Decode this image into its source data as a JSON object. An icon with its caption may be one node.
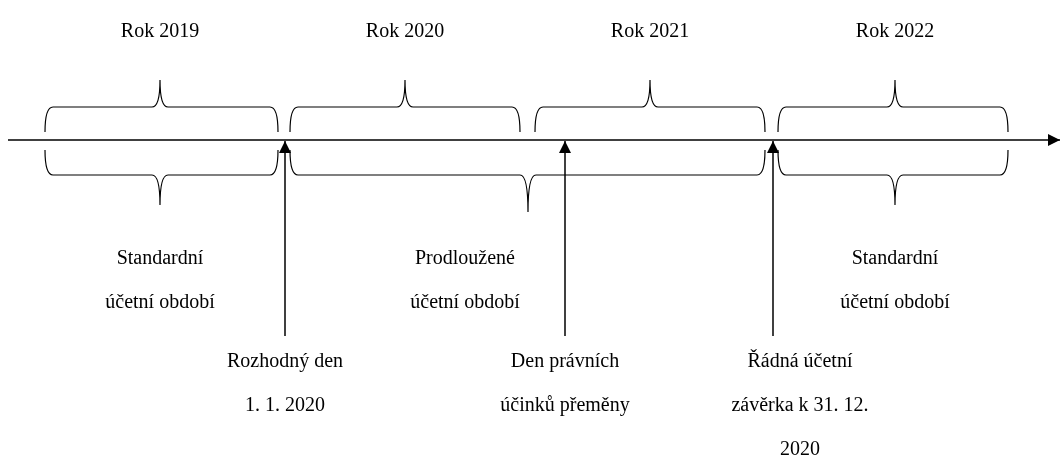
{
  "diagram": {
    "nodes": [
      {
        "text": [
          "Rozhodný den 1. 1. 2020"
        ]
      },
      {
        "text": [
          "Den právních účinků přeměny"
        ]
      },
      {
        "text": [
          "Řádná účetní závěrka k 31. 12. 2020"
        ]
      },
      {
        "text": [],
        "shape": "arrow"
      }
    ],
    "edges": [
      {
        "from": 0,
        "to": 3,
        "arrow": "to"
      },
      {
        "from": 1,
        "to": 3,
        "arrow": "to"
      },
      {
        "from": 2,
        "to": 3,
        "arrow": "to"
      }
    ],
    "labels": [
      "Rok 2019",
      "Rok 2020",
      "Rok 2021",
      "Rok 2022",
      "Standardní účetní období",
      "Prodloužené účetní období",
      "Standardní účetní období"
    ]
  }
}
